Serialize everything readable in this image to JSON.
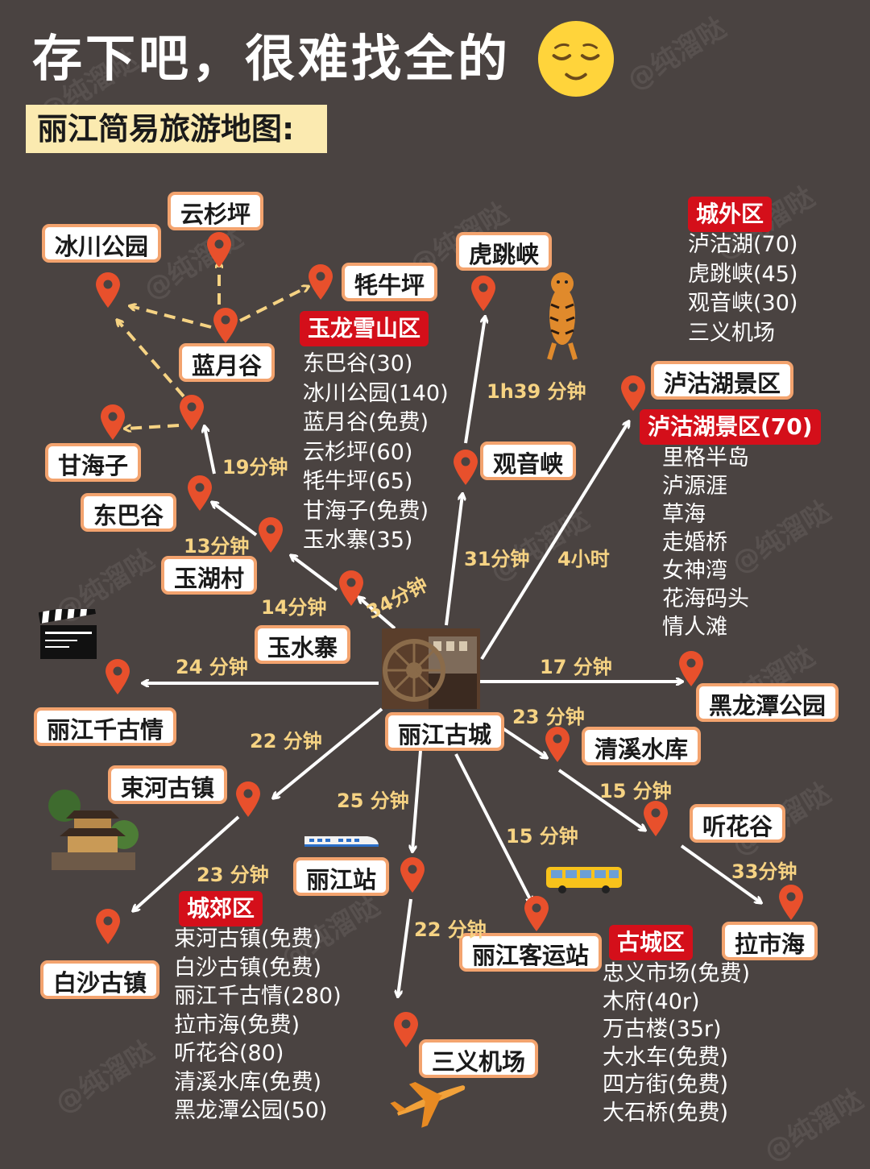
{
  "header": {
    "title": "存下吧，很难找全的",
    "subtitle": "丽江简易旅游地图:"
  },
  "watermark": "@纯溜哒",
  "places": {
    "yunshanping": "云杉坪",
    "bingchuan": "冰川公园",
    "maoniuping": "牦牛坪",
    "lanyuegu": "蓝月谷",
    "ganhaizi": "甘海子",
    "dongbagu": "东巴谷",
    "yuhucun": "玉湖村",
    "yushuizhai": "玉水寨",
    "qiangu": "丽江千古情",
    "shuhe": "束河古镇",
    "baisha": "白沙古镇",
    "gucheng": "丽江古城",
    "station": "丽江站",
    "sanyi": "三义机场",
    "keyun": "丽江客运站",
    "tiger": "虎跳峡",
    "guanyin": "观音峡",
    "luguhu": "泸沽湖景区",
    "heilongtan": "黑龙潭公园",
    "qingxi": "清溪水库",
    "tinghua": "听花谷",
    "lashihai": "拉市海"
  },
  "times": {
    "t19": "19分钟",
    "t13": "13分钟",
    "t14": "14分钟",
    "t34": "34分钟",
    "t24": "24 分钟",
    "t22a": "22 分钟",
    "t23a": "23 分钟",
    "t25": "25 分钟",
    "t22b": "22 分钟",
    "t15a": "15 分钟",
    "t23b": "23 分钟",
    "t15b": "15 分钟",
    "t33": "33分钟",
    "t17": "17 分钟",
    "t31": "31分钟",
    "t4h": "4小时",
    "t1h39": "1h39 分钟"
  },
  "zones": {
    "yulong": {
      "title": "玉龙雪山区",
      "items": [
        "东巴谷(30)",
        "冰川公园(140)",
        "蓝月谷(免费)",
        "云杉坪(60)",
        "牦牛坪(65)",
        "甘海子(免费)",
        "玉水寨(35)"
      ]
    },
    "chengwai": {
      "title": "城外区",
      "items": [
        "泸沽湖(70)",
        "虎跳峡(45)",
        "观音峡(30)",
        "三义机场"
      ]
    },
    "lugu": {
      "title": "泸沽湖景区(70)",
      "items": [
        "里格半岛",
        "泸源涯",
        "草海",
        "走婚桥",
        "女神湾",
        "花海码头",
        "情人滩"
      ]
    },
    "chengjiao": {
      "title": "城郊区",
      "items": [
        "束河古镇(免费)",
        "白沙古镇(免费)",
        "丽江千古情(280)",
        "拉市海(免费)",
        "听花谷(80)",
        "清溪水库(免费)",
        "黑龙潭公园(50)"
      ]
    },
    "gucheng": {
      "title": "古城区",
      "items": [
        "忠义市场(免费)",
        "木府(40r)",
        "万古楼(35r)",
        "大水车(免费)",
        "四方街(免费)",
        "大石桥(免费)"
      ]
    }
  },
  "colors": {
    "background": "#4a4341",
    "pin": "#e8502c",
    "label_border": "#f3a36e",
    "time_text": "#f6d383",
    "zone_badge": "#d40f1a",
    "subtitle_bg": "#fbeab0"
  },
  "icons": [
    "relieved-face-emoji",
    "map-pin-icon",
    "tiger-illustration",
    "clapperboard-icon",
    "pagoda-illustration",
    "train-icon",
    "bus-icon",
    "airplane-icon",
    "old-town-photo"
  ]
}
